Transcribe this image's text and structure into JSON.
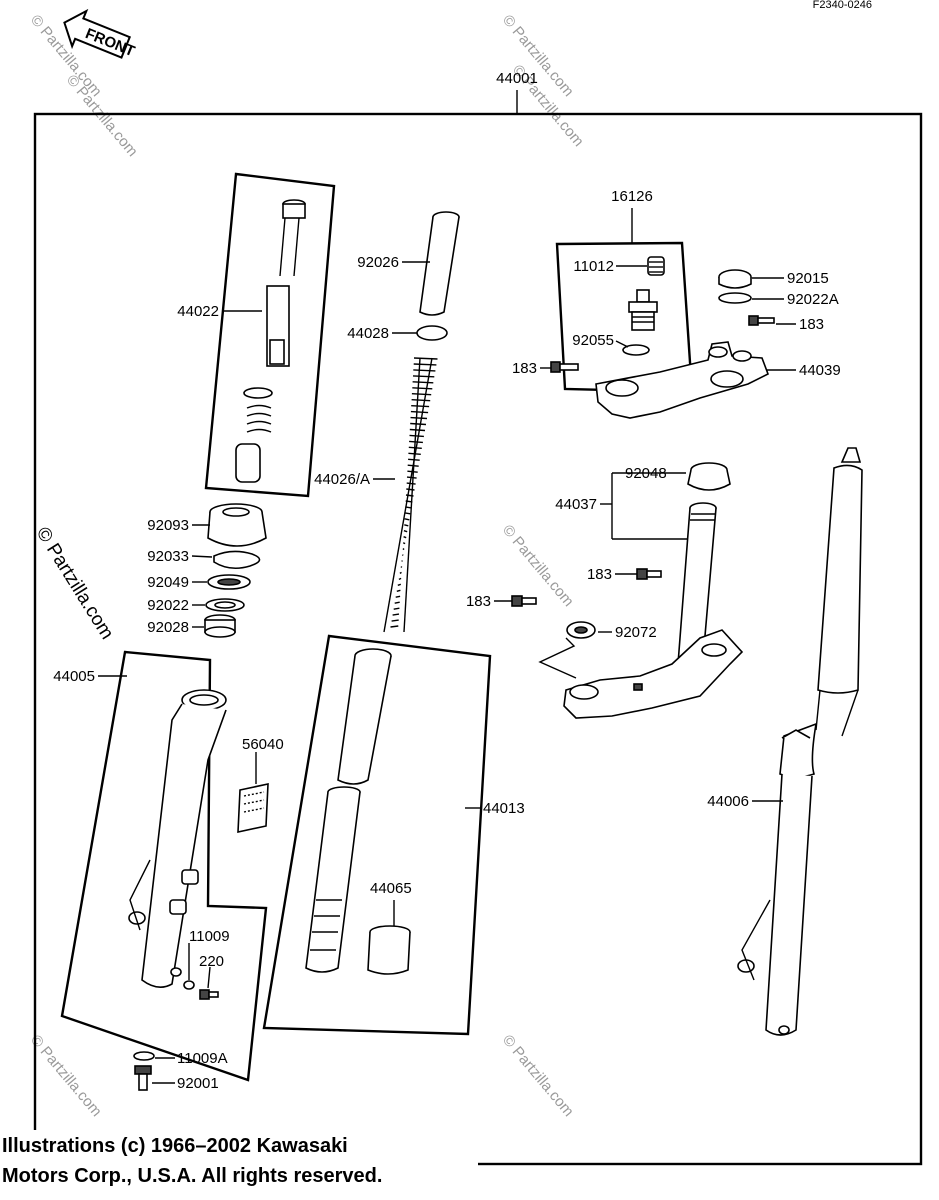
{
  "ref_code": "F2340-0246",
  "front_label": "FRONT",
  "watermark": "© Partzilla.com",
  "copyright": {
    "line1": "Illustrations (c) 1966–2002 Kawasaki",
    "line2": "Motors Corp., U.S.A.  All rights reserved."
  },
  "parts": {
    "p44001": "44001",
    "p44022": "44022",
    "p92026": "92026",
    "p44028": "44028",
    "p44026A": "44026/A",
    "p16126": "16126",
    "p11012": "11012",
    "p92055": "92055",
    "p183a": "183",
    "p92015": "92015",
    "p92022A": "92022A",
    "p183b": "183",
    "p44039": "44039",
    "p92093": "92093",
    "p92033": "92033",
    "p92049": "92049",
    "p92022": "92022",
    "p92028": "92028",
    "p92048": "92048",
    "p44037": "44037",
    "p183c": "183",
    "p183d": "183",
    "p92072": "92072",
    "p44005": "44005",
    "p56040": "56040",
    "p44013": "44013",
    "p44006": "44006",
    "p44065": "44065",
    "p11009": "11009",
    "p220": "220",
    "p11009A": "11009A",
    "p92001": "92001"
  }
}
